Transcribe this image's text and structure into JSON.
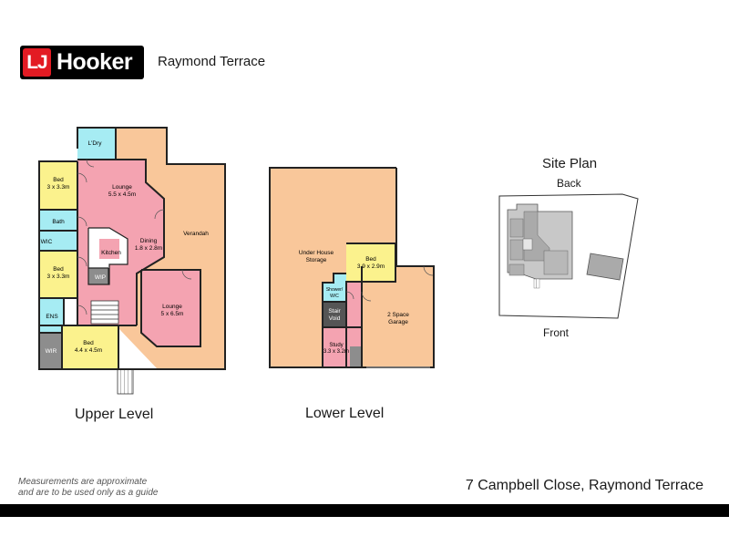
{
  "header": {
    "brand_initials": "LJ",
    "brand_name": "Hooker",
    "office": "Raymond Terrace"
  },
  "colors": {
    "brand_red": "#e31b23",
    "room_peach": "#f9c79a",
    "room_pink": "#f4a3b1",
    "room_yellow": "#fbf28d",
    "room_cyan": "#a6ecf3",
    "room_grey": "#8d8d8d",
    "wall": "#222222"
  },
  "upper_level": {
    "label": "Upper Level",
    "rooms": {
      "ldry": "L'Dry",
      "bed1_name": "Bed",
      "bed1_size": "3 x 3.3m",
      "lounge1_name": "Lounge",
      "lounge1_size": "5.5 x 4.5m",
      "bath": "Bath",
      "wic": "WIC",
      "kitchen": "Kitchen",
      "dining_name": "Dining",
      "dining_size": "1.8 x 2.8m",
      "verandah": "Verandah",
      "bed2_name": "Bed",
      "bed2_size": "3 x 3.3m",
      "wip": "WIP",
      "lounge2_name": "Lounge",
      "lounge2_size": "5 x 6.5m",
      "ens": "ENS",
      "wir": "WIR",
      "bed3_name": "Bed",
      "bed3_size": "4.4 x 4.5m"
    }
  },
  "lower_level": {
    "label": "Lower Level",
    "rooms": {
      "storage_line1": "Under House",
      "storage_line2": "Storage",
      "bed_name": "Bed",
      "bed_size": "3.9 x 2.9m",
      "shower_line1": "Shower/",
      "shower_line2": "W/C",
      "stair_line1": "Stair",
      "stair_line2": "Void",
      "garage_line1": "2 Space",
      "garage_line2": "Garage",
      "study_name": "Study",
      "study_size": "3.3 x 3.2m"
    }
  },
  "site_plan": {
    "title": "Site Plan",
    "back": "Back",
    "front": "Front"
  },
  "footer": {
    "disclaimer_line1": "Measurements are approximate",
    "disclaimer_line2": "and are to be used only as a guide",
    "address": "7 Campbell Close, Raymond Terrace"
  }
}
